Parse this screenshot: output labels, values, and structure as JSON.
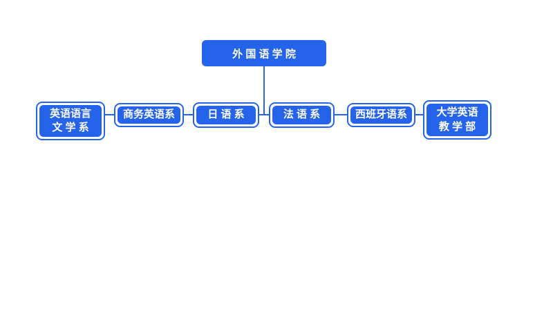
{
  "theme": {
    "accent": "#2563EB",
    "node_text": "#FFFFFF",
    "background": "#FFFFFF"
  },
  "org_chart": {
    "root": {
      "label": "外 国 语 学 院"
    },
    "departments": [
      {
        "line1": "英语语言",
        "line2": "文 学 系"
      },
      {
        "line1": "商务英语系"
      },
      {
        "line1": "日 语 系"
      },
      {
        "line1": "法 语 系"
      },
      {
        "line1": "西班牙语系"
      },
      {
        "line1": "大学英语",
        "line2": "教 学 部"
      }
    ]
  }
}
